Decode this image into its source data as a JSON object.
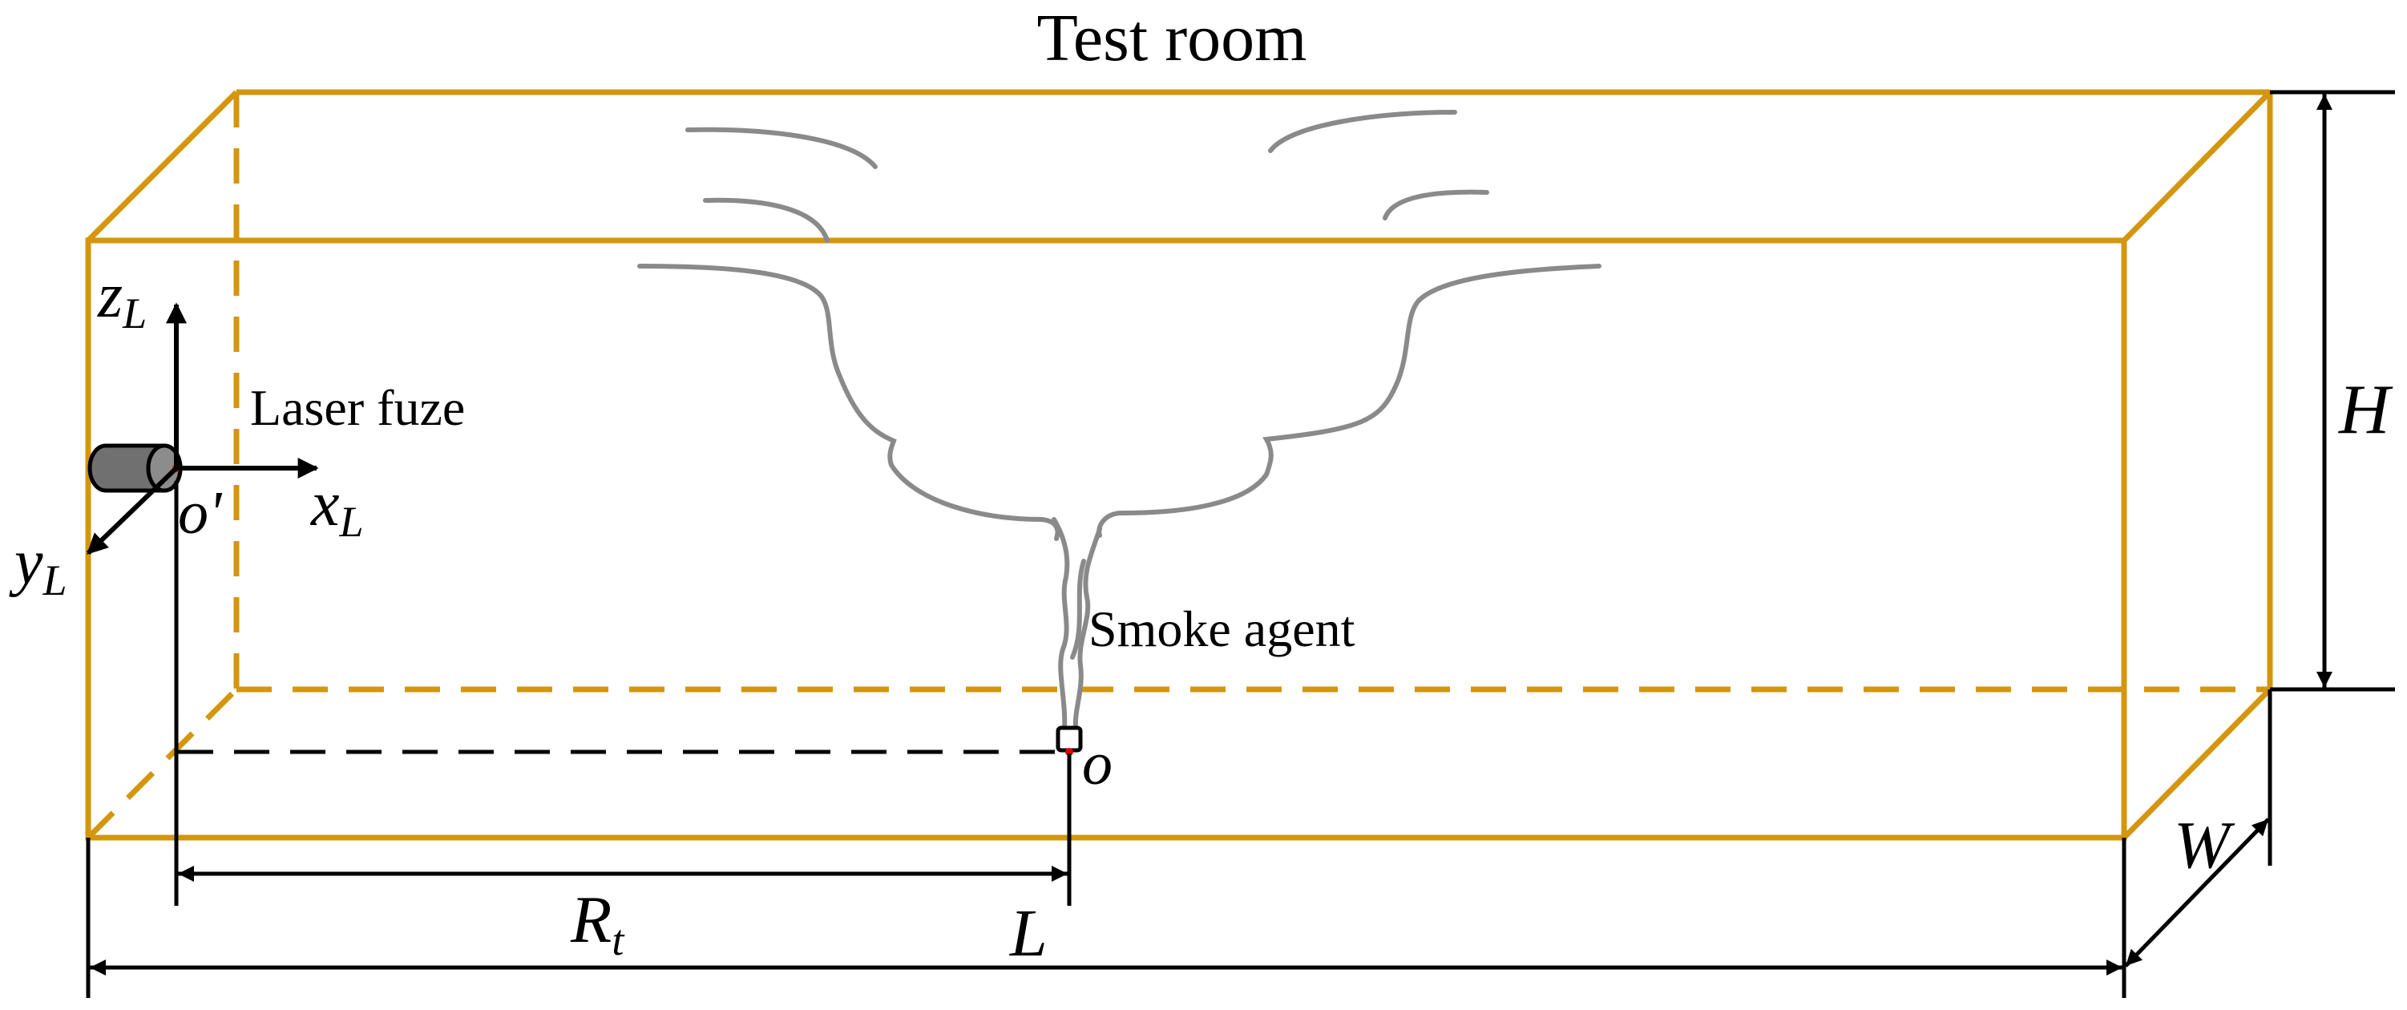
{
  "title": "Test room",
  "labels": {
    "laser": "Laser fuze",
    "smoke": "Smoke agent",
    "origin_prime": "o'",
    "origin": "o",
    "z_axis": "z",
    "z_sub": "L",
    "x_axis": "x",
    "x_sub": "L",
    "y_axis": "y",
    "y_sub": "L",
    "height": "H",
    "width": "W",
    "length": "L",
    "range": "R",
    "range_sub": "t"
  },
  "colors": {
    "room_edge": "#D4960F",
    "smoke": "#8A8A8A",
    "ink": "#000000",
    "fuze_body": "#707070",
    "marker": "#E00000"
  }
}
